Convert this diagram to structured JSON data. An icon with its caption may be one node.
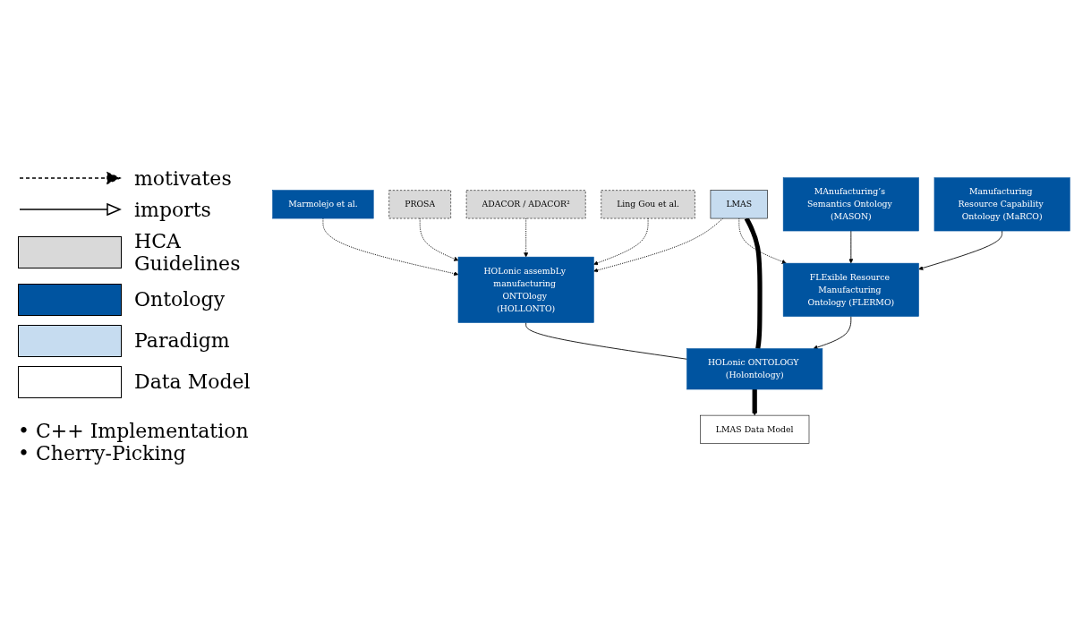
{
  "diagram": {
    "nodes": [
      {
        "text": [
          "Marmolejo et al."
        ]
      },
      {
        "text": [
          "PROSA"
        ]
      },
      {
        "text": [
          "ADACOR / ADACOR²"
        ]
      },
      {
        "text": [
          "MAnufacturing’s Semantics Ontology (MASON)"
        ]
      },
      {
        "text": [
          "Manufacturing Resource Capability Ontology (MaRCO)"
        ]
      },
      {
        "text": [
          "Ling Gou et al."
        ]
      },
      {
        "text": [
          "HOLonic assembLy manufacturing ONTOlogy (HOLLONTO)"
        ]
      },
      {
        "text": [
          "LMAS"
        ]
      },
      {
        "text": [
          "FLExible Resource Manufacturing Ontology (FLERMO)"
        ]
      },
      {
        "text": [
          "HOLonic ONTOLOGY (Holontology)"
        ]
      },
      {
        "text": [
          "LMAS Data Model"
        ]
      }
    ],
    "edges": [
      {
        "from": 0,
        "to": 6,
        "arrow": "to",
        "style": "dashed"
      },
      {
        "from": 1,
        "to": 6,
        "arrow": "to",
        "style": "dashed"
      },
      {
        "from": 2,
        "to": 6,
        "arrow": "to",
        "style": "dashed"
      },
      {
        "from": 3,
        "to": 8,
        "arrow": "to"
      },
      {
        "from": 4,
        "to": 8,
        "arrow": "to"
      },
      {
        "from": 5,
        "to": 6,
        "arrow": "to",
        "style": "dashed"
      },
      {
        "from": 7,
        "to": 6,
        "arrow": "to",
        "style": "dashed"
      },
      {
        "from": 7,
        "to": 8,
        "arrow": "to",
        "style": "dashed"
      },
      {
        "from": 6,
        "to": 9,
        "arrow": "none"
      },
      {
        "from": 7,
        "to": 9,
        "arrow": "none",
        "style": "thick"
      },
      {
        "from": 8,
        "to": 9,
        "arrow": "to"
      },
      {
        "from": 9,
        "to": 10,
        "arrow": "to",
        "style": "thick"
      }
    ],
    "labels": [
      "• C++ Implementation",
      "• Cherry-Picking"
    ],
    "legend": [
      {
        "text": "motivates"
      },
      {
        "text": "imports"
      },
      {
        "text": "HCA Guidelines",
        "color": "#d9d9d9"
      },
      {
        "text": "Ontology",
        "color": "#0054a0"
      },
      {
        "text": "Paradigm",
        "color": "#c6dcf0"
      },
      {
        "text": "Data Model",
        "color": "#ffffff"
      }
    ]
  }
}
